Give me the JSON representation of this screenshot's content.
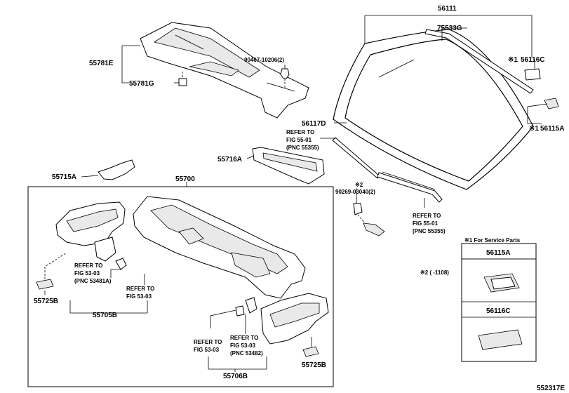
{
  "labels": {
    "p56111": "56111",
    "p75533G": "75533G",
    "p56116C_top": "56116C",
    "mark1_top": "※1",
    "p56115A_top": "56115A",
    "mark1_mid": "※1",
    "p56117D": "56117D",
    "ref_a_1": "REFER TO",
    "ref_a_2": "FIG 55-01",
    "ref_a_3": "(PNC 55355)",
    "ref_b_1": "REFER TO",
    "ref_b_2": "FIG 55-01",
    "ref_b_3": "(PNC 55355)",
    "p55781E": "55781E",
    "p55781G": "55781G",
    "p90467": "90467-10206(2)",
    "p55716A": "55716A",
    "p55715A": "55715A",
    "p55700": "55700",
    "mark2": "※2",
    "p90269": "90269-03040(2)",
    "ref_c_1": "REFER TO",
    "ref_c_2": "FIG 53-03",
    "ref_c_3": "(PNC 53481A)",
    "ref_d_1": "REFER TO",
    "ref_d_2": "FIG 53-03",
    "p55725B_left": "55725B",
    "p55705B": "55705B",
    "note2": "※2 (      -1108)",
    "ref_e_1": "REFER TO",
    "ref_e_2": "FIG 53-03",
    "ref_f_1": "REFER TO",
    "ref_f_2": "FIG 53-03",
    "ref_f_3": "(PNC 53482)",
    "p55725B_right": "55725B",
    "p55706B": "55706B",
    "service_title": "※1 For Service Parts",
    "service_56115A": "56115A",
    "service_56116C": "56116C",
    "diagram_id": "552317E"
  }
}
